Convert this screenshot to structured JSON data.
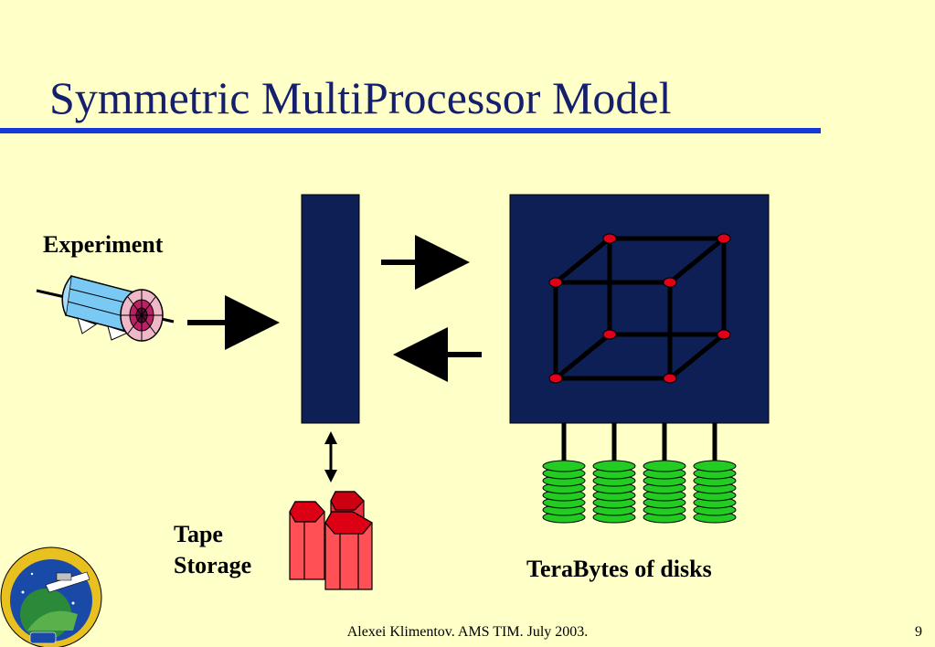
{
  "slide": {
    "title": "Symmetric MultiProcessor Model",
    "footer": "Alexei Klimentov. AMS TIM. July 2003.",
    "page_number": "9"
  },
  "diagram": {
    "labels": {
      "experiment": "Experiment",
      "tape_line1": "Tape",
      "tape_line2": "Storage",
      "disks": "TeraBytes of disks"
    },
    "colors": {
      "background": "#ffffc8",
      "title_text": "#14206e",
      "title_rule": "#1638d8",
      "block_fill": "#0d1f54",
      "node": "#e0001a",
      "disk": "#22cc22",
      "tape": "#ff5055"
    },
    "disk_stack_count": 4,
    "icons": [
      "detector-icon",
      "tape-cartridge-icon",
      "mission-patch-logo"
    ]
  }
}
